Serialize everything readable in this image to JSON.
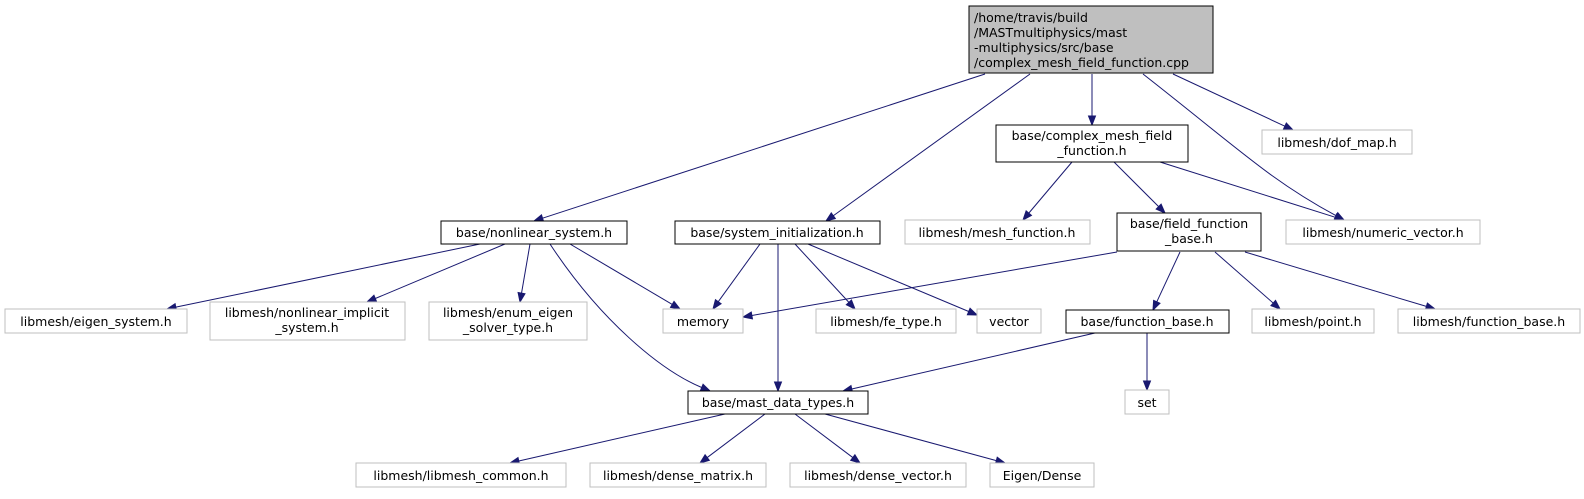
{
  "colors": {
    "edge": "#191970",
    "root_fill": "#bfbfbf",
    "node_border": "#000000",
    "external_border": "#bfbfbf"
  },
  "nodes": {
    "root": {
      "lines": [
        "/home/travis/build",
        "/MASTmultiphysics/mast",
        "-multiphysics/src/base",
        "/complex_mesh_field_function.cpp"
      ]
    },
    "complex_mesh_field_function_h": {
      "lines": [
        "base/complex_mesh_field",
        "_function.h"
      ]
    },
    "dof_map": {
      "lines": [
        "libmesh/dof_map.h"
      ]
    },
    "nonlinear_system": {
      "lines": [
        "base/nonlinear_system.h"
      ]
    },
    "system_initialization": {
      "lines": [
        "base/system_initialization.h"
      ]
    },
    "mesh_function": {
      "lines": [
        "libmesh/mesh_function.h"
      ]
    },
    "field_function_base": {
      "lines": [
        "base/field_function",
        "_base.h"
      ]
    },
    "numeric_vector": {
      "lines": [
        "libmesh/numeric_vector.h"
      ]
    },
    "eigen_system": {
      "lines": [
        "libmesh/eigen_system.h"
      ]
    },
    "nonlinear_implicit_system": {
      "lines": [
        "libmesh/nonlinear_implicit",
        "_system.h"
      ]
    },
    "enum_eigen_solver_type": {
      "lines": [
        "libmesh/enum_eigen",
        "_solver_type.h"
      ]
    },
    "memory": {
      "lines": [
        "memory"
      ]
    },
    "fe_type": {
      "lines": [
        "libmesh/fe_type.h"
      ]
    },
    "vector": {
      "lines": [
        "vector"
      ]
    },
    "function_base_h": {
      "lines": [
        "base/function_base.h"
      ]
    },
    "point": {
      "lines": [
        "libmesh/point.h"
      ]
    },
    "libmesh_function_base": {
      "lines": [
        "libmesh/function_base.h"
      ]
    },
    "set": {
      "lines": [
        "set"
      ]
    },
    "mast_data_types": {
      "lines": [
        "base/mast_data_types.h"
      ]
    },
    "libmesh_common": {
      "lines": [
        "libmesh/libmesh_common.h"
      ]
    },
    "dense_matrix": {
      "lines": [
        "libmesh/dense_matrix.h"
      ]
    },
    "dense_vector": {
      "lines": [
        "libmesh/dense_vector.h"
      ]
    },
    "eigen_dense": {
      "lines": [
        "Eigen/Dense"
      ]
    }
  },
  "edges": [
    {
      "from": "root",
      "to": "nonlinear_system"
    },
    {
      "from": "root",
      "to": "system_initialization"
    },
    {
      "from": "root",
      "to": "complex_mesh_field_function_h"
    },
    {
      "from": "root",
      "to": "numeric_vector"
    },
    {
      "from": "root",
      "to": "dof_map"
    },
    {
      "from": "complex_mesh_field_function_h",
      "to": "mesh_function"
    },
    {
      "from": "complex_mesh_field_function_h",
      "to": "field_function_base"
    },
    {
      "from": "complex_mesh_field_function_h",
      "to": "numeric_vector"
    },
    {
      "from": "nonlinear_system",
      "to": "eigen_system"
    },
    {
      "from": "nonlinear_system",
      "to": "nonlinear_implicit_system"
    },
    {
      "from": "nonlinear_system",
      "to": "enum_eigen_solver_type"
    },
    {
      "from": "nonlinear_system",
      "to": "memory"
    },
    {
      "from": "nonlinear_system",
      "to": "mast_data_types"
    },
    {
      "from": "system_initialization",
      "to": "memory"
    },
    {
      "from": "system_initialization",
      "to": "mast_data_types"
    },
    {
      "from": "system_initialization",
      "to": "fe_type"
    },
    {
      "from": "system_initialization",
      "to": "vector"
    },
    {
      "from": "field_function_base",
      "to": "memory"
    },
    {
      "from": "field_function_base",
      "to": "function_base_h"
    },
    {
      "from": "field_function_base",
      "to": "point"
    },
    {
      "from": "field_function_base",
      "to": "libmesh_function_base"
    },
    {
      "from": "function_base_h",
      "to": "mast_data_types"
    },
    {
      "from": "function_base_h",
      "to": "set"
    },
    {
      "from": "mast_data_types",
      "to": "libmesh_common"
    },
    {
      "from": "mast_data_types",
      "to": "dense_matrix"
    },
    {
      "from": "mast_data_types",
      "to": "dense_vector"
    },
    {
      "from": "mast_data_types",
      "to": "eigen_dense"
    }
  ]
}
